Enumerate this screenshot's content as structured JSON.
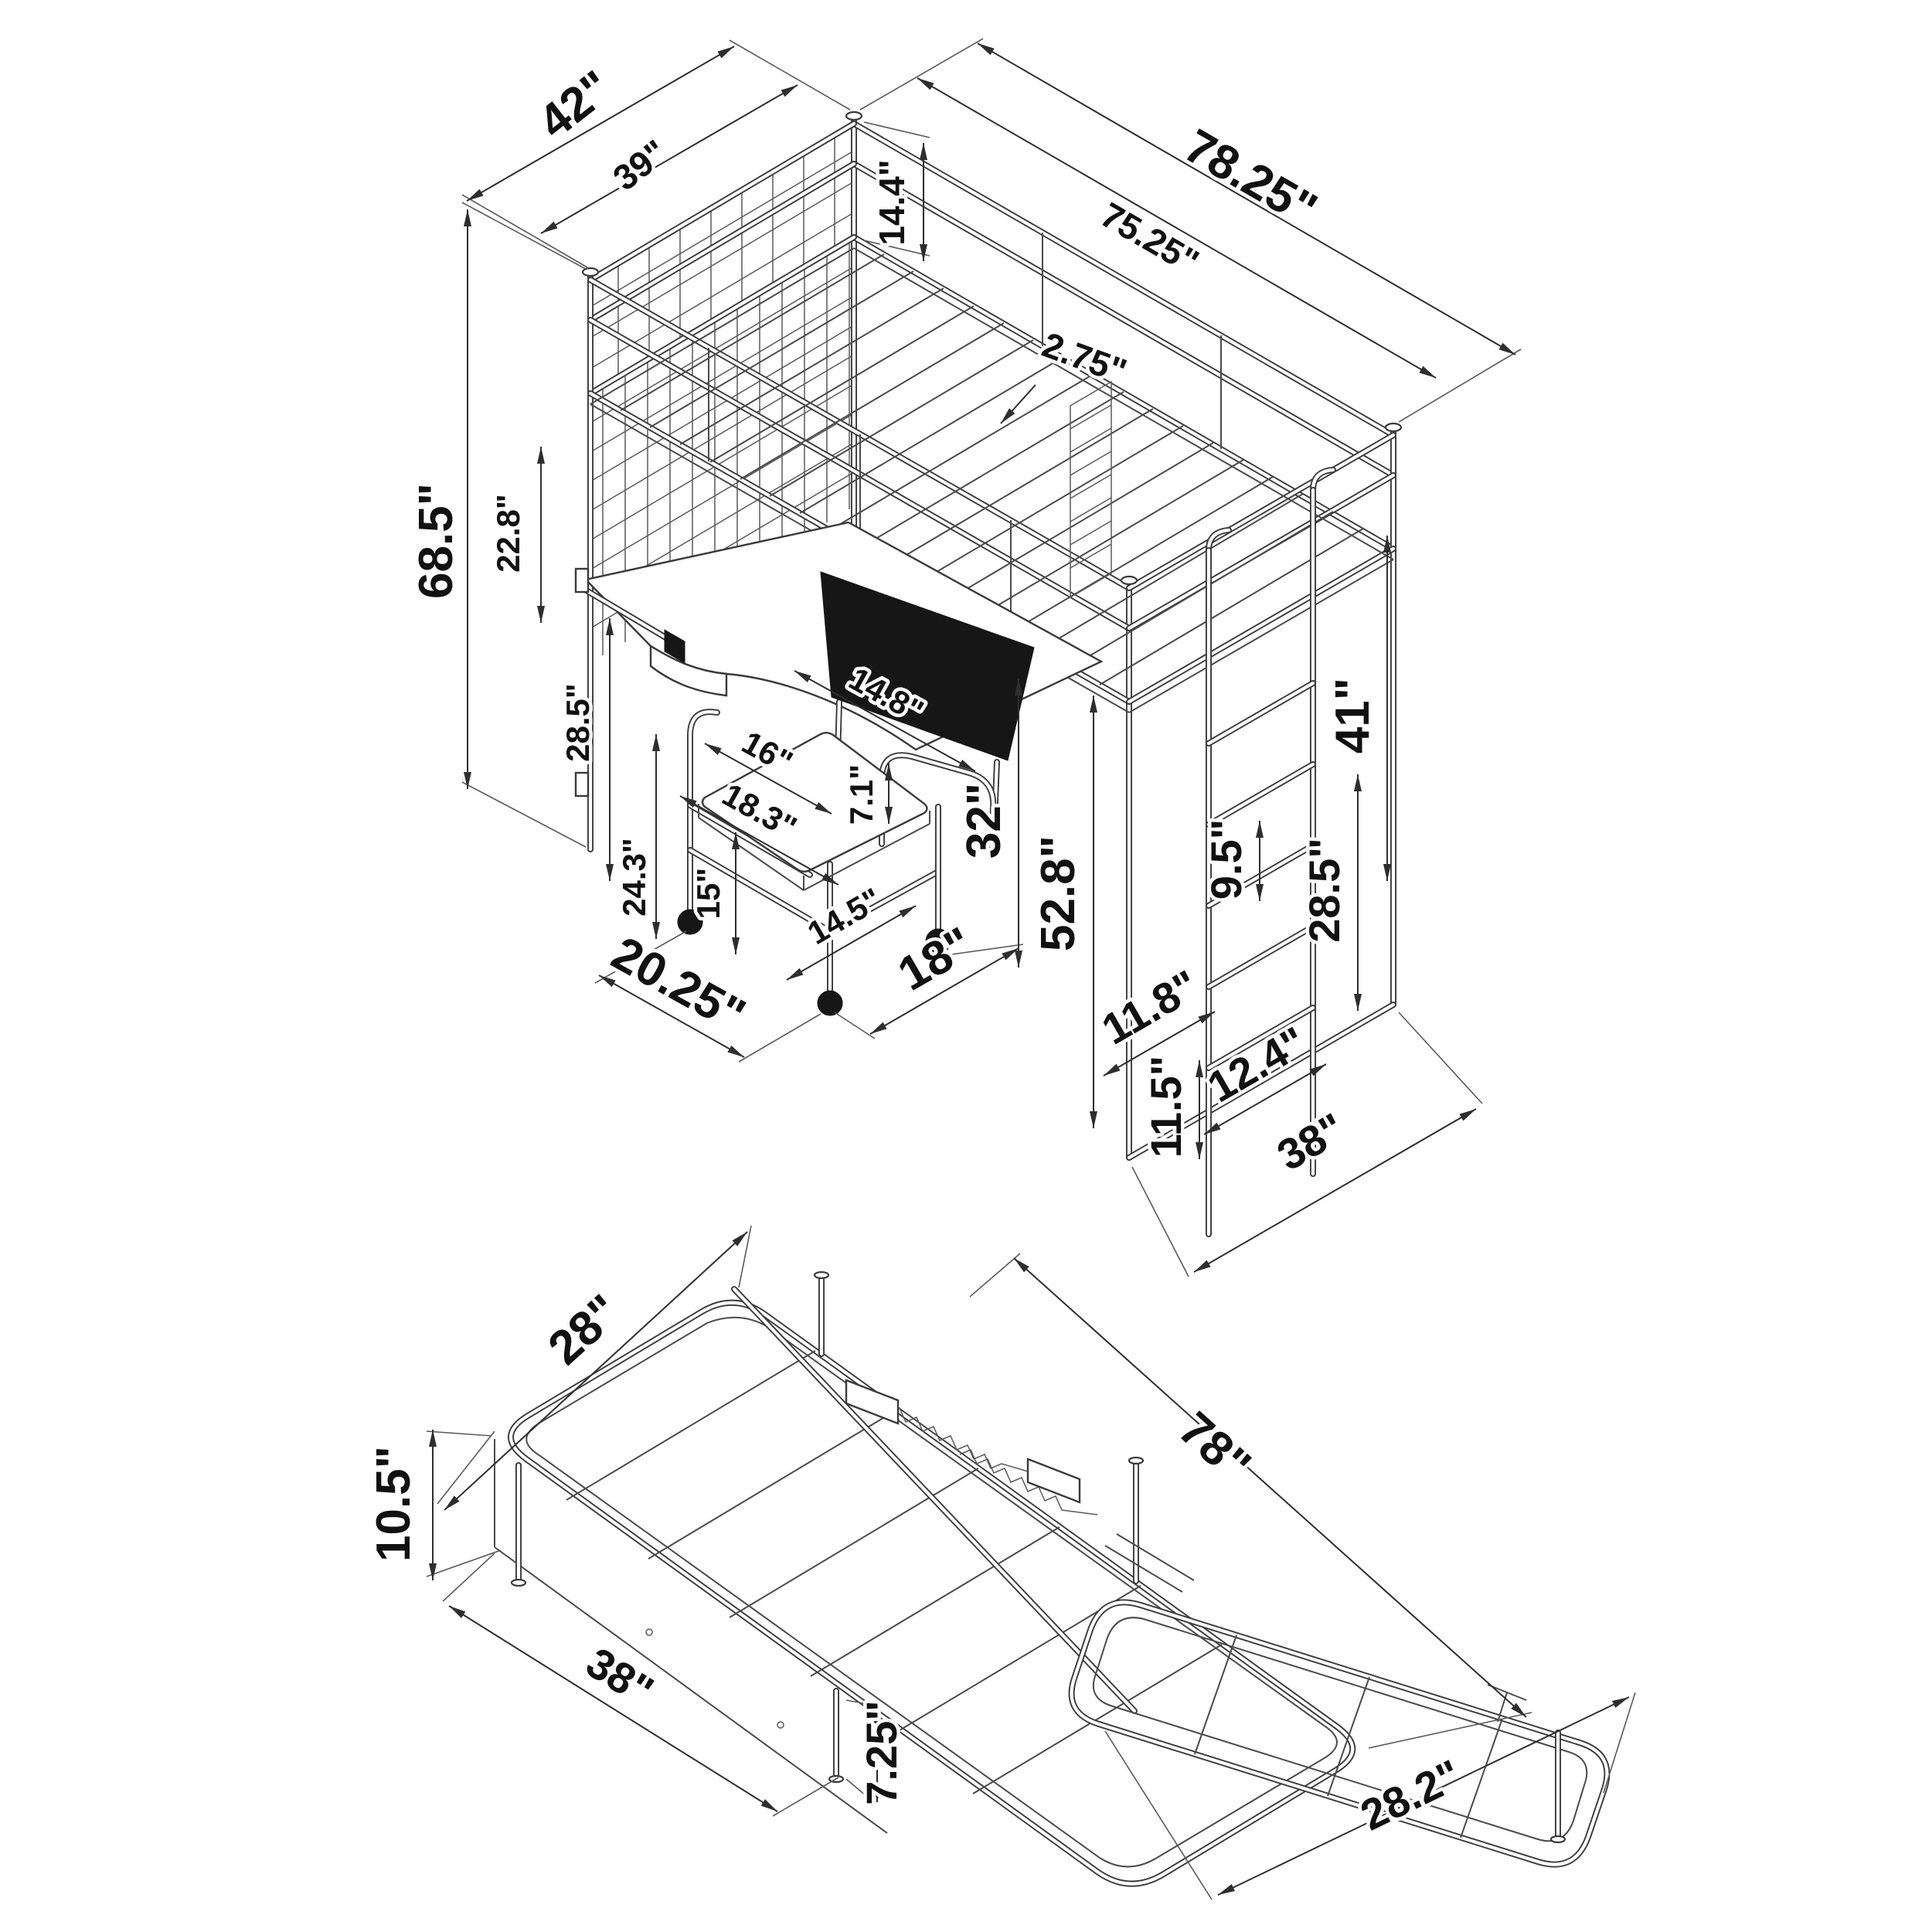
{
  "page": {
    "background": "#ffffff",
    "ink_color": "#3a3a3a",
    "label_color": "#111111",
    "backrest_color": "#161616"
  },
  "bed": {
    "labels": {
      "overall_width": "42\"",
      "inner_width": "39\"",
      "overall_length": "78.25\"",
      "inner_length": "75.25\"",
      "guardrail_height": "14.4\"",
      "slat_gap": "2.75\"",
      "overall_height": "68.5\"",
      "desk_to_bed": "22.8\"",
      "desk_height": "28.5\"",
      "chair_back_height": "24.3\"",
      "chair_frame_height": "15\"",
      "seat_top": "16\"",
      "seat_width": "18.3\"",
      "seat_side": "7.1\"",
      "backrest_width": "14.8\"",
      "chair_inner_depth": "14.5\"",
      "chair_width": "20.25\"",
      "chair_depth": "18\"",
      "chair_height": "32\"",
      "under_bed_clearance": "52.8\"",
      "ladder_upper": "41\"",
      "rung_spacing": "9.5\"",
      "ladder_lower": "28.5\"",
      "end_rail_offset": "11.8\"",
      "rung_width": "12.4\"",
      "base_rail_height": "11.5\"",
      "end_width": "38\""
    }
  },
  "futon": {
    "labels": {
      "width": "28\"",
      "frame_height": "10.5\"",
      "length": "78\"",
      "base_width": "38\"",
      "leg_height": "7.25\"",
      "seat_length": "28.2\""
    }
  }
}
